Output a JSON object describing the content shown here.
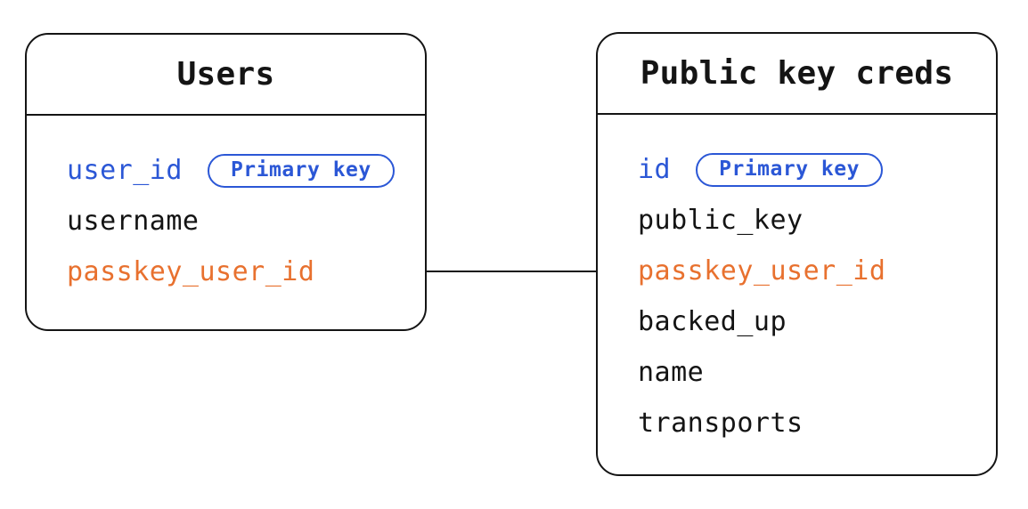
{
  "diagram": {
    "colors": {
      "primary_key_blue": "#2b57d6",
      "foreign_key_orange": "#e8712f",
      "ink": "#141414",
      "background": "#ffffff"
    },
    "badge_label": "Primary key",
    "relationship": {
      "from": "Users.passkey_user_id",
      "to": "Public key creds.passkey_user_id"
    },
    "tables": [
      {
        "title": "Users",
        "fields": [
          {
            "name": "user_id",
            "role": "primary-key",
            "badge": "Primary key"
          },
          {
            "name": "username",
            "role": "plain"
          },
          {
            "name": "passkey_user_id",
            "role": "foreign-key"
          }
        ]
      },
      {
        "title": "Public key creds",
        "fields": [
          {
            "name": "id",
            "role": "primary-key",
            "badge": "Primary key"
          },
          {
            "name": "public_key",
            "role": "plain"
          },
          {
            "name": "passkey_user_id",
            "role": "foreign-key"
          },
          {
            "name": "backed_up",
            "role": "plain"
          },
          {
            "name": "name",
            "role": "plain"
          },
          {
            "name": "transports",
            "role": "plain"
          }
        ]
      }
    ]
  }
}
